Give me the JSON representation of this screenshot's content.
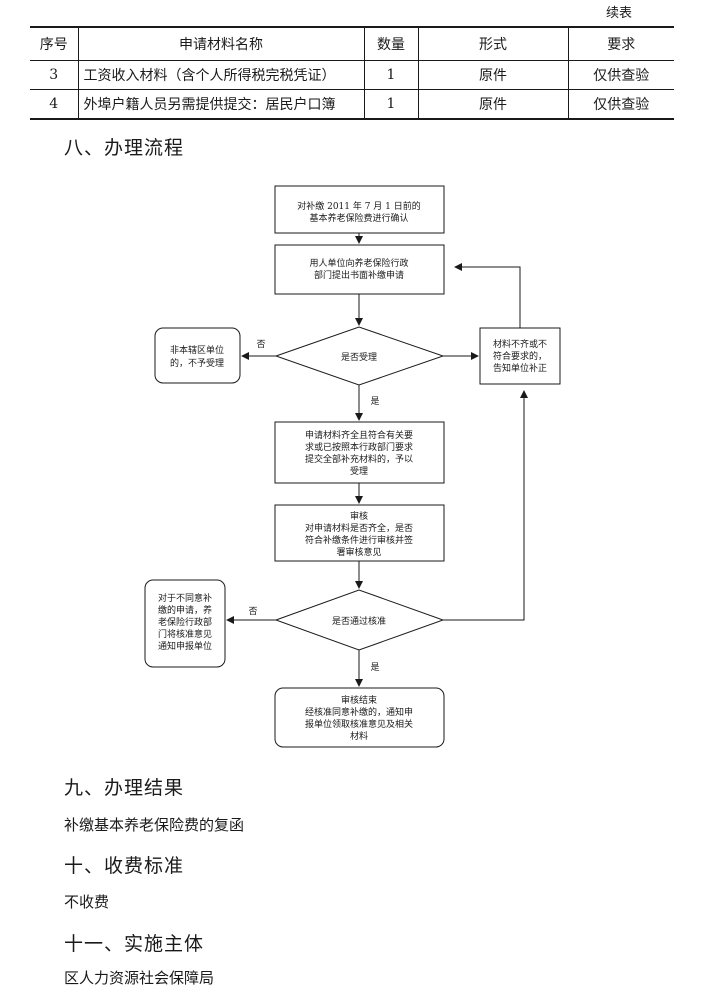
{
  "table": {
    "continued_label": "续表",
    "headers": [
      "序号",
      "申请材料名称",
      "数量",
      "形式",
      "要求"
    ],
    "rows": [
      {
        "no": "3",
        "name": "工资收入材料（含个人所得税完税凭证）",
        "qty": "1",
        "form": "原件",
        "req": "仅供查验"
      },
      {
        "no": "4",
        "name": "外埠户籍人员另需提供提交：居民户口簿",
        "qty": "1",
        "form": "原件",
        "req": "仅供查验"
      }
    ]
  },
  "section8": {
    "title": "八、办理流程",
    "flow": {
      "step1": [
        "对补缴 2011 年 7 月 1 日前的",
        "基本养老保险费进行确认"
      ],
      "step2": [
        "用人单位向养老保险行政",
        "部门提出书面补缴申请"
      ],
      "decision1": "是否受理",
      "reject1": [
        "非本辖区单位",
        "的，不予受理"
      ],
      "supplement": [
        "材料不齐或不",
        "符合要求的，",
        "告知单位补正"
      ],
      "no_label_1": "否",
      "yes_label_1": "是",
      "accept": [
        "申请材料齐全且符合有关要",
        "求或已按照本行政部门要求",
        "提交全部补充材料的，予以",
        "受理"
      ],
      "review": [
        "审核",
        "对申请材料是否齐全，是否",
        "符合补缴条件进行审核并签",
        "署审核意见"
      ],
      "decision2": "是否通过核准",
      "reject2": [
        "对于不同意补",
        "缴的申请，养",
        "老保险行政部",
        "门将核准意见",
        "通知申报单位"
      ],
      "no_label_2": "否",
      "yes_label_2": "是",
      "end": [
        "审核结束",
        "经核准同意补缴的，通知申",
        "报单位领取核准意见及相关",
        "材料"
      ]
    }
  },
  "section9": {
    "title": "九、办理结果",
    "text": "补缴基本养老保险费的复函"
  },
  "section10": {
    "title": "十、收费标准",
    "text": "不收费"
  },
  "section11": {
    "title": "十一、实施主体",
    "text": "区人力资源社会保障局"
  }
}
